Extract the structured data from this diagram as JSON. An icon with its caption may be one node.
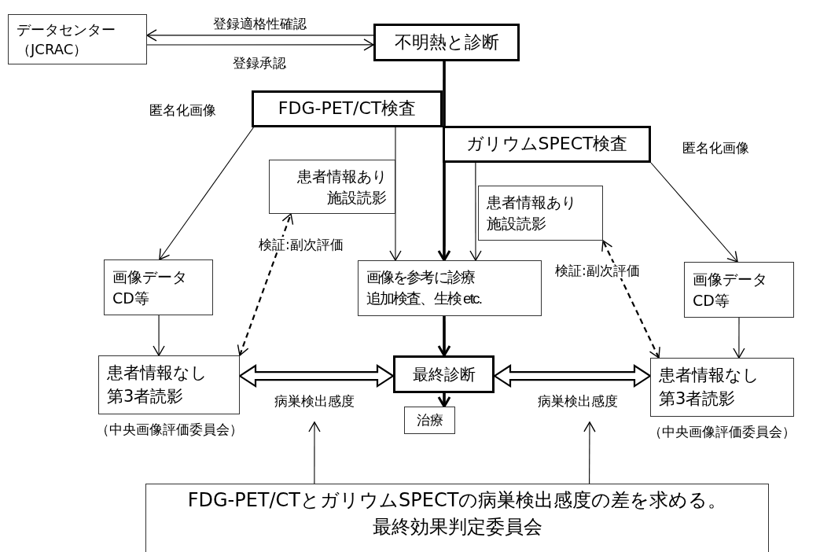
{
  "diagram": {
    "nodes": [
      {
        "text": [
          "データセンター（JCRAC）"
        ]
      },
      {
        "text": [
          "不明熱と診断"
        ]
      },
      {
        "text": [
          "FDG-PET/CT検査"
        ]
      },
      {
        "text": [
          "ガリウムSPECT検査"
        ]
      },
      {
        "text": [
          "患者情報あり施設読影"
        ]
      },
      {
        "text": [
          "患者情報あり施設読影"
        ]
      },
      {
        "text": [
          "画像データCD等"
        ]
      },
      {
        "text": [
          "画像を参考に診療追加検査、生検 etc."
        ]
      },
      {
        "text": [
          "画像データCD等"
        ]
      },
      {
        "text": [
          "患者情報なし第3者読影"
        ],
        "beside": [
          "（中央画像評価委員会）"
        ]
      },
      {
        "text": [
          "最終診断"
        ]
      },
      {
        "text": [
          "患者情報なし第3者読影"
        ],
        "beside": [
          "（中央画像評価委員会）"
        ]
      },
      {
        "text": [
          "治療"
        ]
      },
      {
        "text": [
          "FDG-PET/CTとガリウムSPECTの病巣検出感度の差を求める。",
          "最終効果判定委員会"
        ]
      }
    ],
    "edges": [
      {
        "from": 1,
        "to": 0,
        "arrow": "to",
        "label": "登録適格性確認"
      },
      {
        "from": 0,
        "to": 1,
        "arrow": "to",
        "label": "登録承認"
      },
      {
        "from": 1,
        "to": 7,
        "arrow": "to",
        "style": "thick"
      },
      {
        "from": 2,
        "to": 6,
        "arrow": "to",
        "label": "匿名化画像"
      },
      {
        "from": 2,
        "to": 7,
        "arrow": "to"
      },
      {
        "from": 3,
        "to": 7,
        "arrow": "to"
      },
      {
        "from": 3,
        "to": 8,
        "arrow": "to",
        "label": "匿名化画像"
      },
      {
        "from": 6,
        "to": 9,
        "arrow": "to"
      },
      {
        "from": 8,
        "to": 11,
        "arrow": "to"
      },
      {
        "from": 9,
        "to": 4,
        "arrow": "both",
        "label": "検証:副次評価",
        "style": "dashed"
      },
      {
        "from": 11,
        "to": 5,
        "arrow": "both",
        "label": "検証:副次評価",
        "style": "dashed"
      },
      {
        "from": 7,
        "to": 10,
        "arrow": "to",
        "style": "thick"
      },
      {
        "from": 10,
        "to": 12,
        "arrow": "to",
        "style": "thick"
      },
      {
        "from": 9,
        "to": 10,
        "arrow": "both",
        "label": "病巣検出感度",
        "style": "thick"
      },
      {
        "from": 10,
        "to": 11,
        "arrow": "both",
        "label": "病巣検出感度",
        "style": "thick"
      },
      {
        "from": 13,
        "to": null,
        "arrow": "to"
      },
      {
        "from": 13,
        "to": null,
        "arrow": "to"
      }
    ]
  }
}
